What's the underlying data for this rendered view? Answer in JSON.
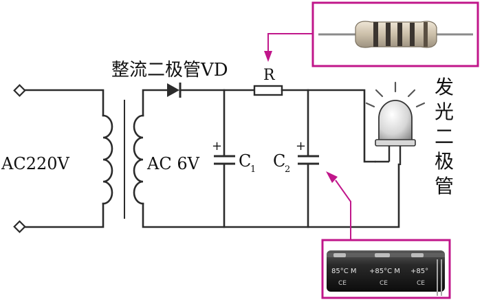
{
  "labels": {
    "rectifier_diode": "整流二极管VD",
    "resistor": "R",
    "input_voltage": "AC220V",
    "secondary_voltage": "AC 6V",
    "c1_letter": "C",
    "c1_sub": "1",
    "c2_letter": "C",
    "c2_sub": "2",
    "c1_plus": "+",
    "c2_plus": "+",
    "led_chars": [
      "发",
      "光",
      "二",
      "极",
      "管"
    ]
  },
  "capacitor_print": {
    "rating_1": "85°C M",
    "rating_2": "+85°C M",
    "rating_3": "+85°",
    "mark_1": "CE",
    "mark_2": "CE",
    "mark_3": "CE"
  },
  "colors": {
    "callout": "#c0168a",
    "wire": "#2b2b2b",
    "capacitor_body": "#1e1e1e",
    "resistor_body": "#d8cdbc"
  },
  "icons": {
    "resistor_photo": "resistor-photo-icon",
    "capacitor_photo": "electrolytic-capacitor-photo-icon",
    "led": "led-bulb-icon",
    "diode": "diode-symbol-icon",
    "transformer": "transformer-symbol-icon"
  }
}
